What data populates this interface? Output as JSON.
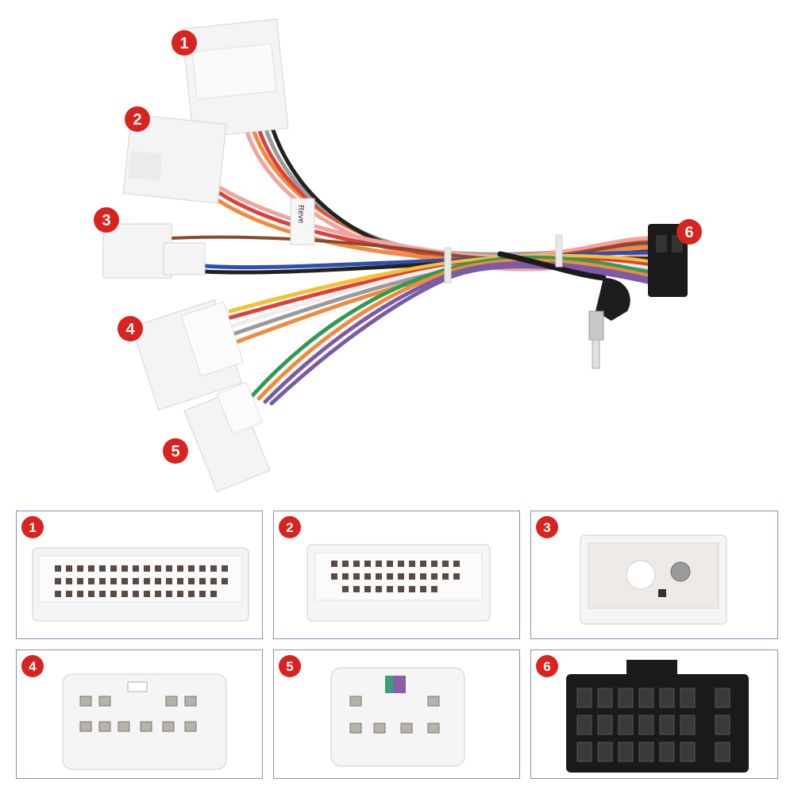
{
  "badges": [
    "1",
    "2",
    "3",
    "4",
    "5",
    "6"
  ],
  "colors": {
    "badge": "#d8231f",
    "panel_border": "#8a8fb5",
    "connector_white": "#f4f4f4",
    "connector_black": "#1a1a1a",
    "wire_orange": "#f08a3c",
    "wire_red": "#e0403a",
    "wire_pink": "#f2a3a0",
    "wire_purple": "#7b5aa6",
    "wire_black": "#222222",
    "wire_white": "#eeeeee",
    "wire_blue": "#2f4fb0",
    "wire_yellow": "#f2c232",
    "wire_green": "#2f9a55",
    "wire_grey": "#9a9a9a",
    "wire_brown": "#8a4b2b"
  },
  "cable_label_fragment": "Reve"
}
